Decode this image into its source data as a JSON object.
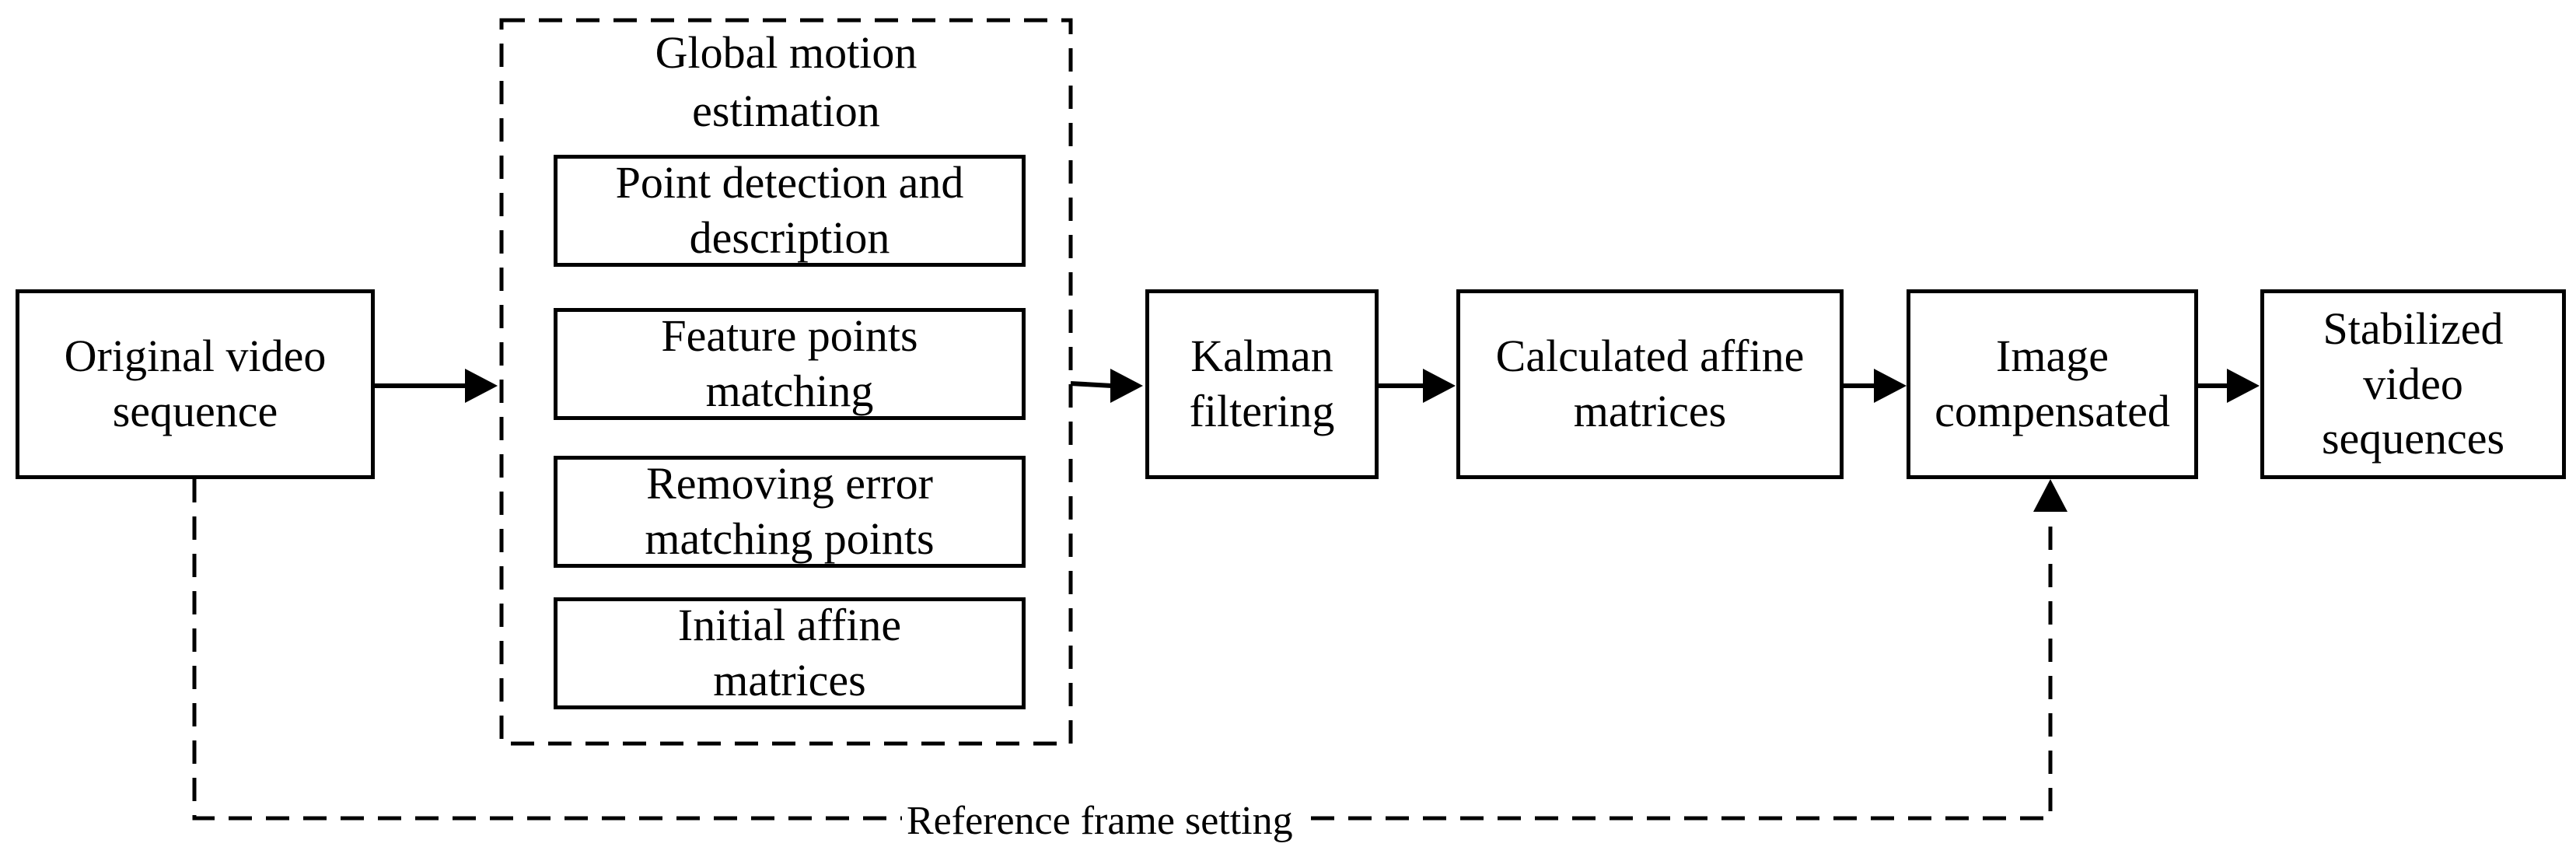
{
  "nodes": {
    "original": "Original video\nsequence",
    "group_title": "Global motion\nestimation",
    "point_detection": "Point detection and\ndescription",
    "feature_matching": "Feature points\nmatching",
    "removing_error": "Removing error\nmatching points",
    "initial_affine": "Initial affine\nmatrices",
    "kalman": "Kalman\nfiltering",
    "calculated_affine": "Calculated  affine\nmatrices",
    "image_compensated": "Image\ncompensated",
    "stabilized": "Stabilized\nvideo\nsequences"
  },
  "edges": {
    "reference_label": "Reference frame setting"
  }
}
